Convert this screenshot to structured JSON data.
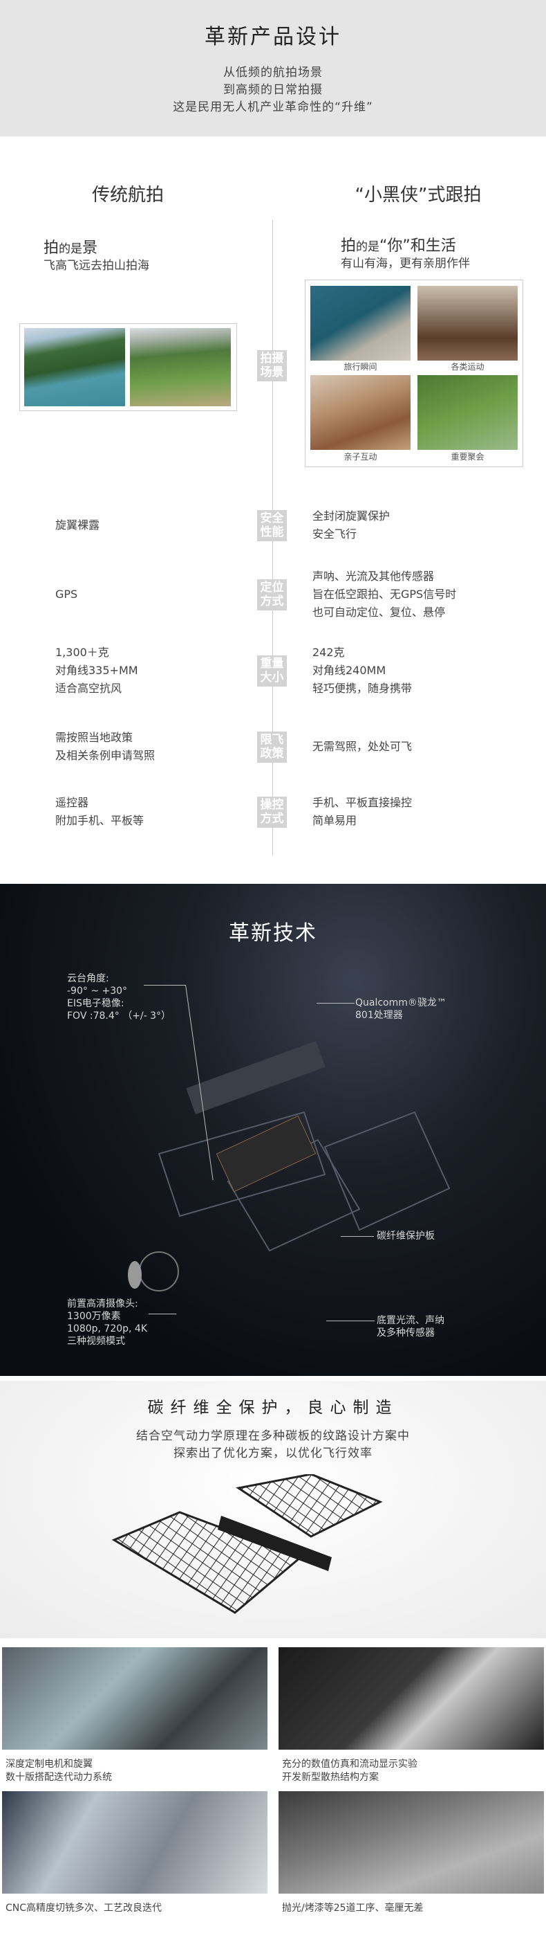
{
  "header": {
    "title": "革新产品设计",
    "lines": [
      "从低频的航拍场景",
      "到高频的日常拍摄",
      "这是民用无人机产业革命性的“升维”"
    ]
  },
  "compare": {
    "left_title": "传统航拍",
    "right_title": "“小黑侠”式跟拍",
    "left_head": {
      "pre": "拍",
      "small": "的是",
      "post": "景",
      "sub": "飞高飞远去拍山拍海"
    },
    "right_head": {
      "pre": "拍",
      "small": "的是",
      "post": "“你”和生活",
      "sub": "有山有海，更有亲朋作伴"
    },
    "scene_tag": [
      "拍摄",
      "场景"
    ],
    "photo_captions": [
      "旅行瞬间",
      "各类运动",
      "亲子互动",
      "重要聚会"
    ],
    "rows": [
      {
        "tag": [
          "安全",
          "性能"
        ],
        "left": [
          "旋翼裸露"
        ],
        "right": [
          "全封闭旋翼保护",
          "安全飞行"
        ]
      },
      {
        "tag": [
          "定位",
          "方式"
        ],
        "left": [
          "GPS"
        ],
        "right": [
          "声呐、光流及其他传感器",
          "旨在低空跟拍、无GPS信号时",
          "也可自动定位、复位、悬停"
        ]
      },
      {
        "tag": [
          "重量",
          "大小"
        ],
        "left": [
          "1,300＋克",
          "对角线335+MM",
          "适合高空抗风"
        ],
        "right": [
          "242克",
          "对角线240MM",
          "轻巧便携，随身携带"
        ]
      },
      {
        "tag": [
          "限飞",
          "政策"
        ],
        "left": [
          "需按照当地政策",
          "及相关条例申请驾照"
        ],
        "right": [
          "无需驾照，处处可飞"
        ]
      },
      {
        "tag": [
          "操控",
          "方式"
        ],
        "left": [
          "遥控器",
          "附加手机、平板等"
        ],
        "right": [
          "手机、平板直接操控",
          "简单易用"
        ]
      }
    ]
  },
  "tech": {
    "title": "革新技术",
    "gimbal": [
      "云台角度:",
      "-90° ~ +30°",
      "EIS电子稳像:",
      "FOV :78.4° （+/- 3°）"
    ],
    "cpu": [
      "Qualcomm®骁龙™",
      "801处理器"
    ],
    "plate": [
      "碳纤维保护板"
    ],
    "camera": [
      "前置高清摄像头:",
      "1300万像素",
      "1080p, 720p, 4K",
      "三种视频模式"
    ],
    "sensors": [
      "底置光流、声纳",
      "及多种传感器"
    ]
  },
  "carbon": {
    "title": "碳纤维全保护，良心制造",
    "lines": [
      "结合空气动力学原理在多种碳板的纹路设计方案中",
      "探索出了优化方案，以优化飞行效率"
    ]
  },
  "gallery": [
    {
      "caption": [
        "深度定制电机和旋翼",
        "数十版搭配迭代动力系统"
      ]
    },
    {
      "caption": [
        "充分的数值仿真和流动显示实验",
        "开发新型散热结构方案"
      ]
    },
    {
      "caption": [
        "CNC高精度切铣多次、工艺改良迭代"
      ]
    },
    {
      "caption": [
        "抛光/烤漆等25道工序、毫厘无差"
      ]
    }
  ]
}
